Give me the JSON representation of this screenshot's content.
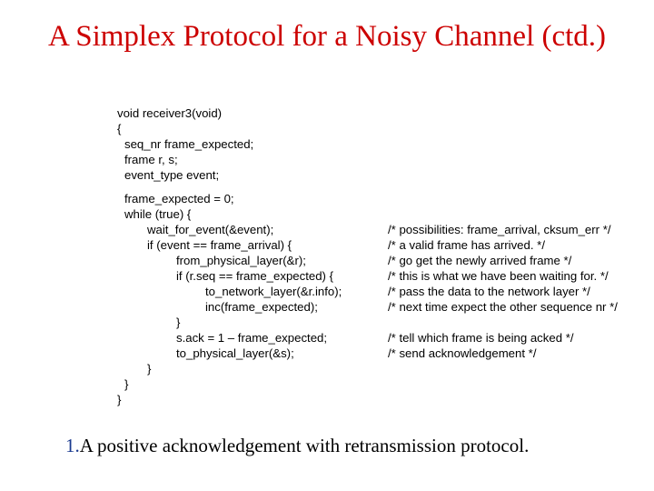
{
  "slide": {
    "title": "A Simplex Protocol for a Noisy Channel (ctd.)"
  },
  "code": {
    "lines": [
      "void receiver3(void)",
      "{",
      "seq_nr frame_expected;",
      "frame r, s;",
      "event_type event;",
      "frame_expected = 0;",
      "while (true) {",
      "wait_for_event(&event);",
      "if (event == frame_arrival) {",
      "from_physical_layer(&r);",
      "if (r.seq == frame_expected) {",
      "to_network_layer(&r.info);",
      "inc(frame_expected);",
      "}",
      "s.ack = 1 – frame_expected;",
      "to_physical_layer(&s);",
      "}",
      "}",
      "}"
    ],
    "comments": [
      "/* possibilities: frame_arrival, cksum_err */",
      "/* a valid frame has arrived. */",
      "/* go get the newly arrived frame */",
      "/* this is what we have been waiting for. */",
      "/* pass the data to the network layer */",
      "/* next time expect the other sequence nr */",
      "/* tell which frame is being acked */",
      "/* send acknowledgement */"
    ]
  },
  "footer": {
    "number": "1.",
    "text": "A positive acknowledgement with retransmission protocol."
  }
}
